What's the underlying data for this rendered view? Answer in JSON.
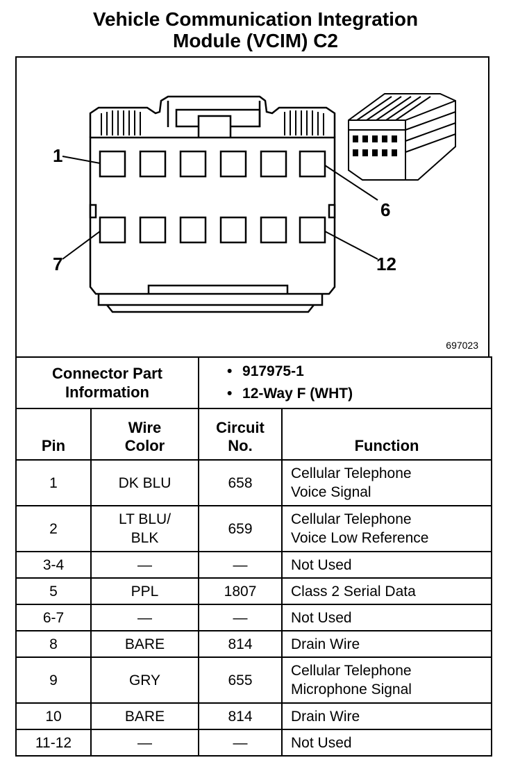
{
  "title": {
    "line1": "Vehicle Communication Integration",
    "line2": "Module (VCIM) C2"
  },
  "diagram": {
    "figure_number": "697023",
    "pin_callouts": {
      "p1": "1",
      "p6": "6",
      "p7": "7",
      "p12": "12"
    }
  },
  "connector_info": {
    "label_line1": "Connector Part",
    "label_line2": "Information",
    "part_number": "917975-1",
    "description": "12-Way F (WHT)"
  },
  "table": {
    "headers": {
      "pin": "Pin",
      "wire_color_line1": "Wire",
      "wire_color_line2": "Color",
      "circuit_line1": "Circuit",
      "circuit_line2": "No.",
      "function": "Function"
    },
    "rows": [
      {
        "pin": "1",
        "wire": [
          "DK BLU"
        ],
        "circuit": "658",
        "function": [
          "Cellular Telephone",
          "Voice Signal"
        ]
      },
      {
        "pin": "2",
        "wire": [
          "LT BLU/",
          "BLK"
        ],
        "circuit": "659",
        "function": [
          "Cellular Telephone",
          "Voice Low Reference"
        ]
      },
      {
        "pin": "3-4",
        "wire": [
          "—"
        ],
        "circuit": "—",
        "function": [
          "Not Used"
        ]
      },
      {
        "pin": "5",
        "wire": [
          "PPL"
        ],
        "circuit": "1807",
        "function": [
          "Class 2 Serial Data"
        ]
      },
      {
        "pin": "6-7",
        "wire": [
          "—"
        ],
        "circuit": "—",
        "function": [
          "Not Used"
        ]
      },
      {
        "pin": "8",
        "wire": [
          "BARE"
        ],
        "circuit": "814",
        "function": [
          "Drain Wire"
        ]
      },
      {
        "pin": "9",
        "wire": [
          "GRY"
        ],
        "circuit": "655",
        "function": [
          "Cellular Telephone",
          "Microphone Signal"
        ]
      },
      {
        "pin": "10",
        "wire": [
          "BARE"
        ],
        "circuit": "814",
        "function": [
          "Drain Wire"
        ]
      },
      {
        "pin": "11-12",
        "wire": [
          "—"
        ],
        "circuit": "—",
        "function": [
          "Not Used"
        ]
      }
    ]
  }
}
